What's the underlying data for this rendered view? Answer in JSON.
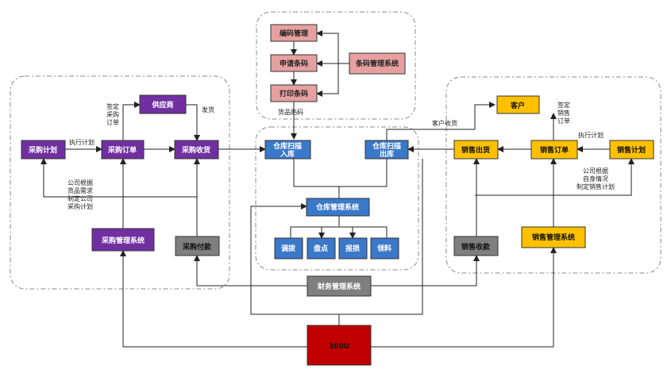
{
  "nodes": {
    "bianma": "编码管理",
    "shenqing": "申请条码",
    "dayin": "打印条码",
    "tiaoma_sys": "条码管理系统",
    "gongyingshang": "供应商",
    "caigou_jihua": "采购计划",
    "caigou_dingdan": "采购订单",
    "caigou_shouhuo": "采购收货",
    "caigou_sys": "采购管理系统",
    "caigou_fukuan": "采购付款",
    "ruku": [
      "仓库扫描",
      "入库"
    ],
    "chuku": [
      "仓库扫描",
      "出库"
    ],
    "cangku_sys": "仓库管理系统",
    "diaobo": "调拨",
    "pandian": "盘点",
    "baosun": "报损",
    "lingliao": "领料",
    "caiwu_sys": "财务管理系统",
    "erp": "300U",
    "kehu": "客户",
    "xiaoshou_chuhuo": "销售出货",
    "xiaoshou_dingdan": "销售订单",
    "xiaoshou_jihua": "销售计划",
    "xiaoshou_shoukuan": "销售收款",
    "xiaoshou_sys": "销售管理系统"
  },
  "labels": {
    "qianding_caigou": [
      "签定",
      "采购",
      "订单"
    ],
    "fahuo": "发货",
    "zhixing_jihua_left": "执行计划",
    "gongsi_caigou": [
      "公司根据",
      "货品需求",
      "制定公司",
      "采购计划"
    ],
    "huopin_tiema": "货品贴码",
    "kehu_shouhuo": "客户收货",
    "qianding_xiaoshou": [
      "签定",
      "销售",
      "订单"
    ],
    "zhixing_jihua_right": "执行计划",
    "gongsi_xiaoshou": [
      "公司根据",
      "自身情况",
      "制定销售计划"
    ]
  },
  "colors": {
    "purple": "#7030a0",
    "pink": "#e6a0a0",
    "blue": "#3a78c9",
    "gold": "#ffc000",
    "gray": "#7f7f7f",
    "red": "#c00000"
  }
}
